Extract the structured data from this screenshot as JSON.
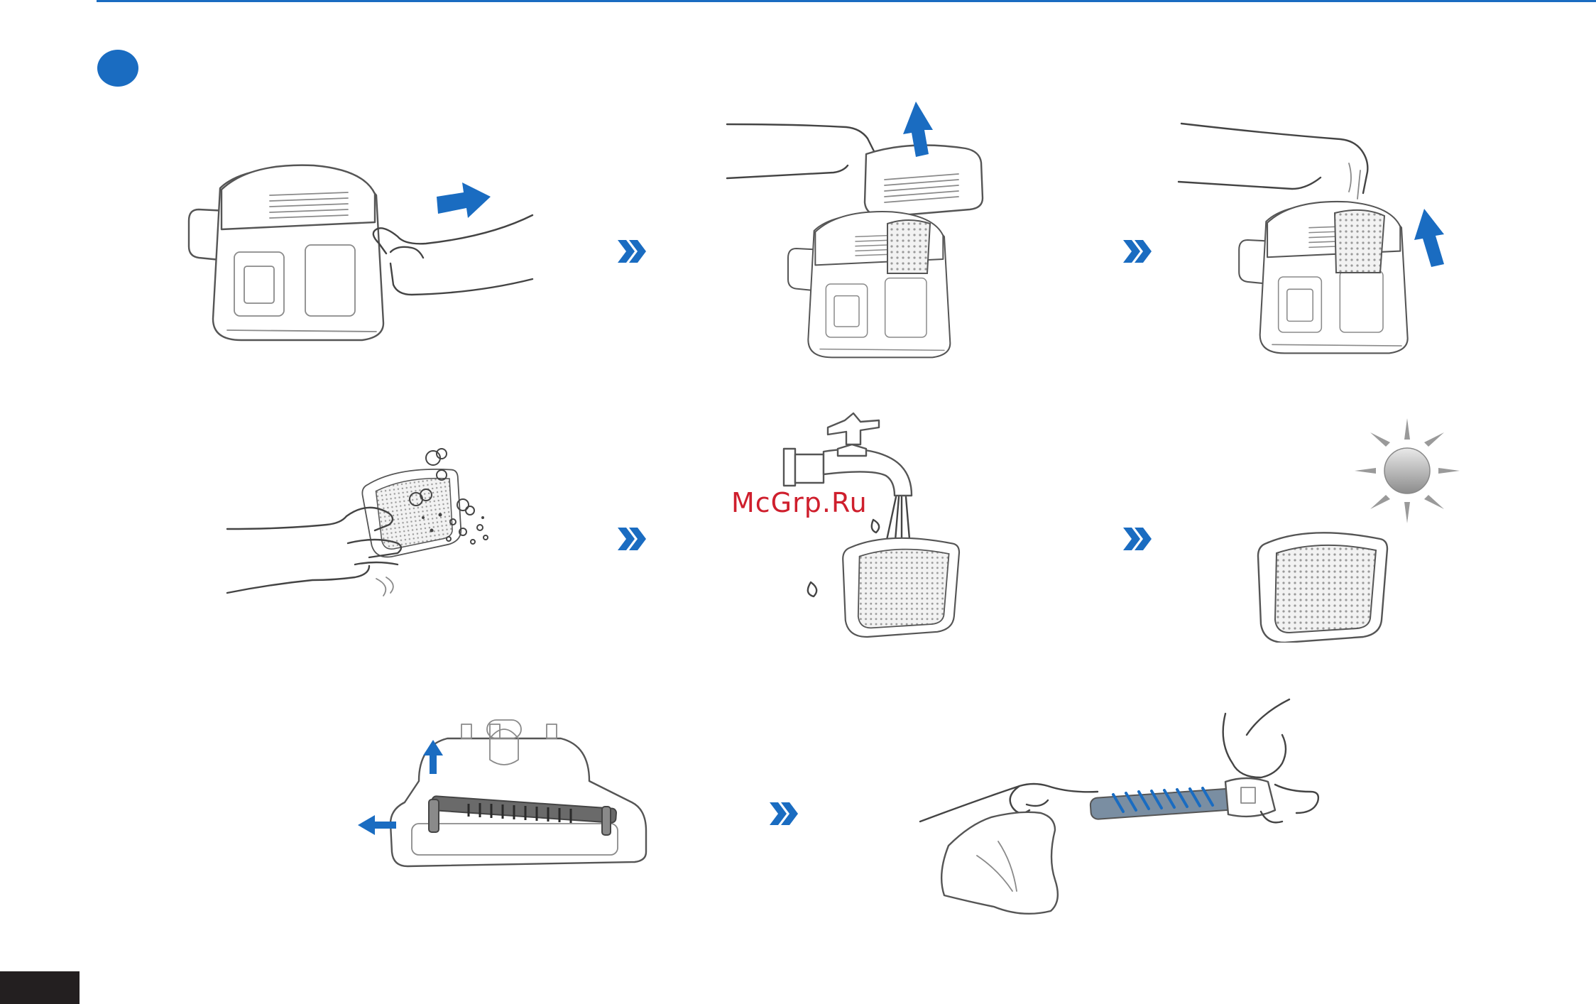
{
  "document": {
    "step_marker": "",
    "watermark": "McGrp.Ru",
    "accent_color": "#1a6cc1",
    "page_tab_color": "#231f20"
  },
  "illustrations": [
    {
      "id": "press-release-button",
      "icon": "hand-press-icon"
    },
    {
      "id": "lift-cover",
      "icon": "lift-cover-icon"
    },
    {
      "id": "remove-filter",
      "icon": "remove-filter-icon"
    },
    {
      "id": "tap-out-dust",
      "icon": "tap-filter-icon"
    },
    {
      "id": "rinse-filter",
      "icon": "faucet-icon"
    },
    {
      "id": "dry-filter",
      "icon": "sun-icon"
    },
    {
      "id": "remove-brush-roll",
      "icon": "brush-head-icon"
    },
    {
      "id": "wipe-brush-roll",
      "icon": "cloth-wipe-icon"
    }
  ],
  "step_arrows": [
    "chevron-right-icon",
    "chevron-right-icon",
    "chevron-right-icon",
    "chevron-right-icon",
    "chevron-right-icon"
  ]
}
